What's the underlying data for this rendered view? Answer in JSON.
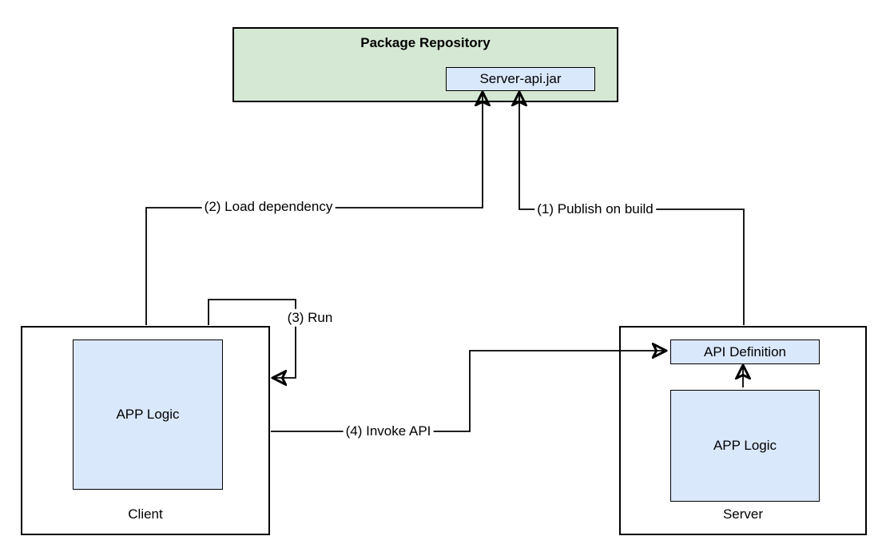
{
  "diagram": {
    "background": "#ffffff",
    "colors": {
      "repository_fill": "#d5e8d4",
      "component_fill": "#dae8fc",
      "stroke": "#000000"
    },
    "nodes": {
      "repository": {
        "title": "Package Repository",
        "artifact": "Server-api.jar"
      },
      "client": {
        "label": "Client",
        "inner": "APP Logic"
      },
      "server": {
        "label": "Server",
        "api_definition": "API Definition",
        "inner": "APP Logic"
      }
    },
    "edges": [
      {
        "id": 1,
        "label": "(1) Publish on build",
        "from": "server",
        "to": "server-api-jar"
      },
      {
        "id": 2,
        "label": "(2) Load dependency",
        "from": "client",
        "to": "server-api-jar"
      },
      {
        "id": 3,
        "label": "(3) Run",
        "from": "client",
        "to": "client"
      },
      {
        "id": 4,
        "label": "(4) Invoke API",
        "from": "client",
        "to": "api-definition"
      },
      {
        "id": 5,
        "label": "",
        "from": "server-app-logic",
        "to": "api-definition"
      }
    ]
  }
}
